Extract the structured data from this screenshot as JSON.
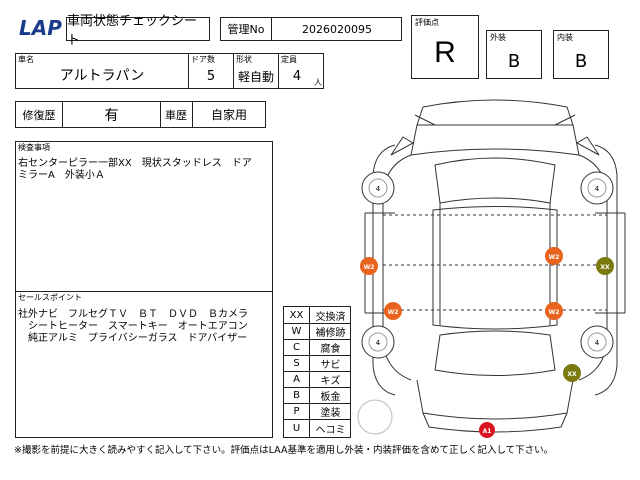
{
  "header": {
    "logo_text": "LAP",
    "sheet_title": "車両状態チェックシート",
    "mgmt_label": "管理No",
    "mgmt_no": "2026020095"
  },
  "rating": {
    "label": "評価点",
    "value": "R",
    "exterior_label": "外装",
    "exterior_value": "B",
    "interior_label": "内装",
    "interior_value": "B"
  },
  "vehicle": {
    "name_label": "車名",
    "name": "アルトラパン",
    "doors_label": "ドア数",
    "doors": "5",
    "shape_label": "形状",
    "shape": "軽自動",
    "capacity_label": "定員",
    "capacity": "4",
    "capacity_unit": "人"
  },
  "history": {
    "repair_label": "修復歴",
    "repair_value": "有",
    "usage_label": "車歴",
    "usage_value": "自家用"
  },
  "inspection": {
    "label": "検査事項",
    "line1": "右センターピラー一部XX　現状スタッドレス　ドア",
    "line2": "ミラーA　外装小Ａ"
  },
  "sales": {
    "label": "セールスポイント",
    "line1": "社外ナビ　フルセグＴＶ　ＢＴ　ＤＶＤ　Ｂカメラ",
    "line2": "　シートヒーター　スマートキー　オートエアコン",
    "line3": "　純正アルミ　プライバシーガラス　ドアバイザー"
  },
  "legend": [
    {
      "code": "XX",
      "meaning": "交換済"
    },
    {
      "code": "W",
      "meaning": "補修跡"
    },
    {
      "code": "C",
      "meaning": "腐食"
    },
    {
      "code": "S",
      "meaning": "サビ"
    },
    {
      "code": "A",
      "meaning": "キズ"
    },
    {
      "code": "B",
      "meaning": "板金"
    },
    {
      "code": "P",
      "meaning": "塗装"
    },
    {
      "code": "U",
      "meaning": "ヘコミ"
    }
  ],
  "footer_note": "※撮影を前提に大きく読みやすく記入して下さい。評価点はLAA基準を適用し外装・内装評価を含めて正しく記入して下さい。",
  "markers": {
    "tire_fl": "4",
    "tire_fr": "4",
    "tire_rl": "4",
    "tire_rr": "4",
    "w2_left_front": "W2",
    "w2_right_front": "W2",
    "w2_left_rear": "W2",
    "w2_right_rear": "W2",
    "xx_pillar": "XX",
    "xx_mirror": "XX",
    "a1_front": "A1"
  },
  "colors": {
    "logo_blue": "#1a3a8a",
    "w2_orange": "#e8641e",
    "xx_olive": "#7a7a10",
    "a1_red": "#d9141e"
  }
}
